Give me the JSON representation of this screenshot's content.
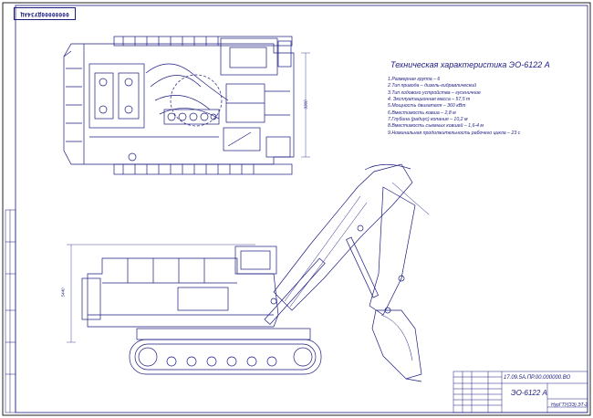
{
  "stamp": "00000000ДУЗ4АЦ",
  "title": "Техническая характеристика ЭО-6122 А",
  "specs": [
    "1.Размерная группа – 6",
    "2.Тип привода – дизель-гидравлический",
    "3.Тип ходового устройства – гусеничное",
    "4. Эксплуатационная масса – 57,5 т",
    "5.Мощность двигателя – 360 кВт",
    "6.Вместимость ковша – 2,8 м",
    "7.Глубина (радиус) копания – 10,2 м",
    "8.Вместимость съемных ковшей – 1,6-4 м",
    "9.Номинальная продолжительность рабочего цикла – 23 с"
  ],
  "dims": {
    "plan_width": "3360",
    "side_height": "5440"
  },
  "title_block": {
    "code": "17.09.5А.ПР.00.000000.ВО",
    "name": "ЭО-6122 А",
    "sheet": "НурГТУ(ЗЭ) ЭТ-2"
  },
  "colors": {
    "line": "#1b1b80",
    "frame": "#222"
  }
}
